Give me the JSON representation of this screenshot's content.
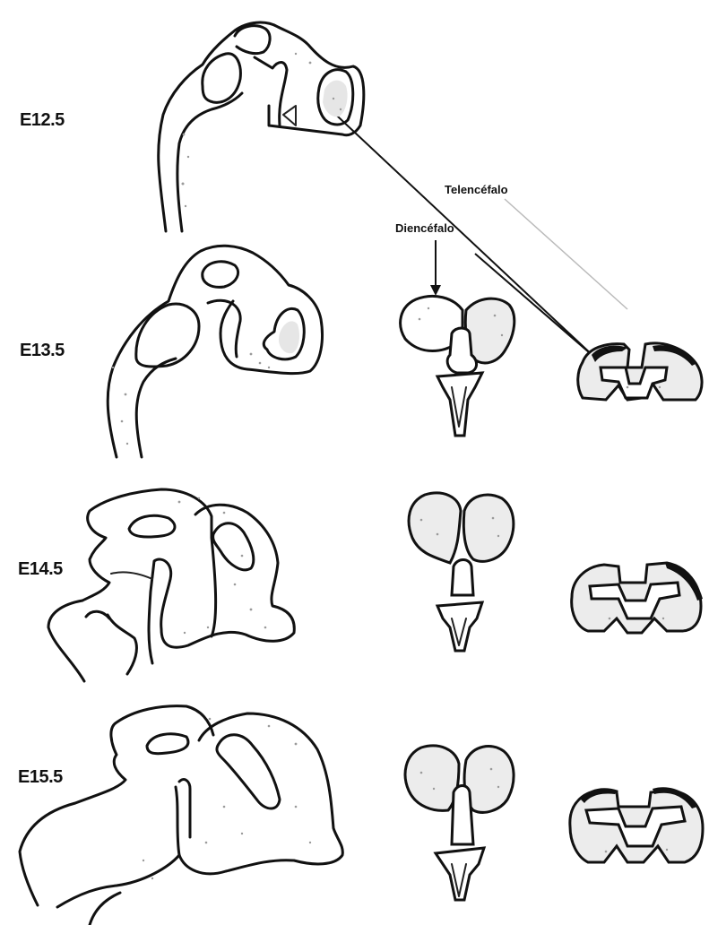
{
  "stages": [
    {
      "label": "E12.5"
    },
    {
      "label": "E13.5"
    },
    {
      "label": "E14.5"
    },
    {
      "label": "E15.5"
    }
  ],
  "callouts": {
    "telencephalon": "Telencéfalo",
    "diencephalon": "Diencéfalo"
  }
}
